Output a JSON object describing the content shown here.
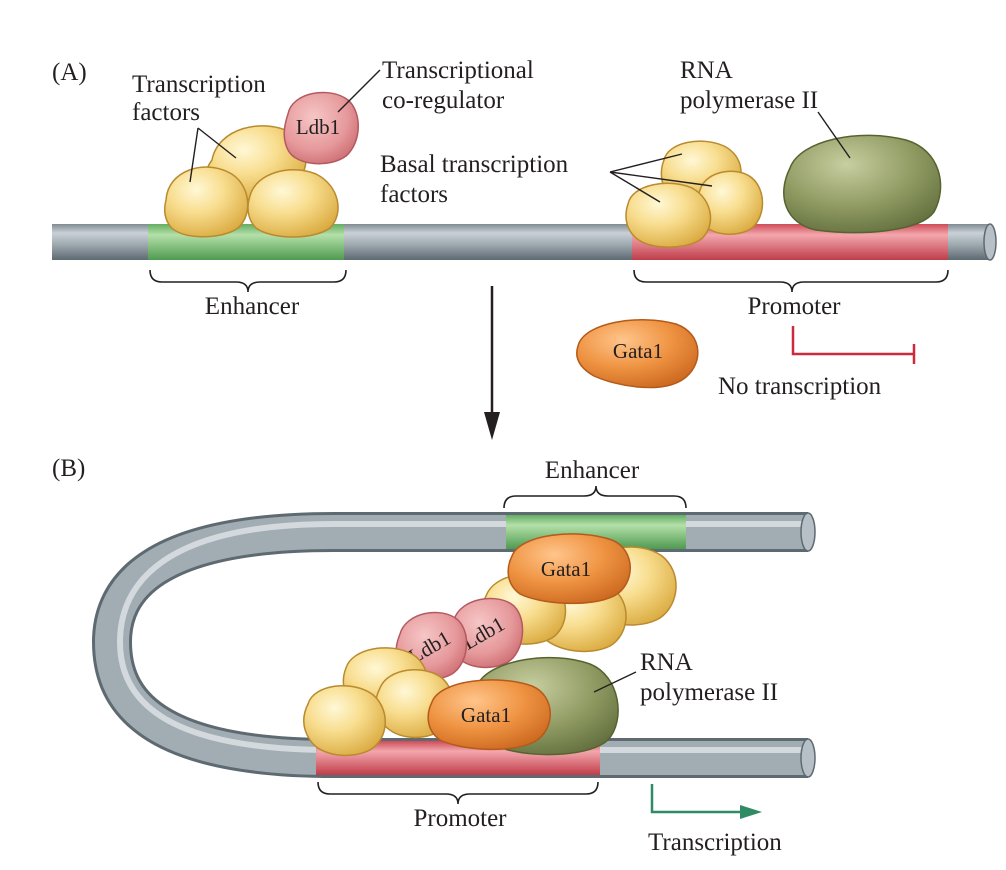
{
  "panel_a": {
    "tag": "(A)",
    "transcription_factors": [
      "Transcription",
      "factors"
    ],
    "co_regulator": [
      "Transcriptional",
      "co-regulator"
    ],
    "ldb1": "Ldb1",
    "rna_pol": [
      "RNA",
      "polymerase II"
    ],
    "basal_factors": [
      "Basal transcription",
      "factors"
    ],
    "enhancer": "Enhancer",
    "promoter": "Promoter",
    "gata1": "Gata1",
    "no_transcription": "No transcription"
  },
  "panel_b": {
    "tag": "(B)",
    "enhancer": "Enhancer",
    "gata1_top": "Gata1",
    "ldb1_left": "Ldb1",
    "ldb1_right": "Ldb1",
    "gata1_bottom": "Gata1",
    "rna_pol": [
      "RNA",
      "polymerase II"
    ],
    "promoter": "Promoter",
    "transcription": "Transcription"
  },
  "colors": {
    "dna": "#9aa6ae",
    "enhancer": "#8ccb8a",
    "promoter": "#e8747d",
    "basal_factor": "#f5d67e",
    "ldb1": "#e69a9c",
    "gata1": "#ec8f3a",
    "rna_polymerase": "#8c9760",
    "inhibition": "#cc2a3d",
    "activation": "#2e8b64"
  }
}
